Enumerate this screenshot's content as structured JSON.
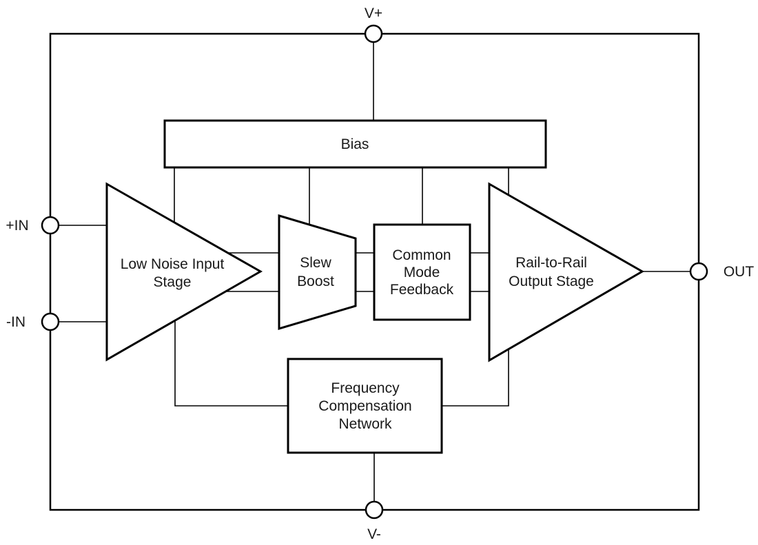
{
  "terminals": {
    "v_plus": {
      "label": "V+"
    },
    "v_minus": {
      "label": "V-"
    },
    "in_plus": {
      "label": "+IN"
    },
    "in_minus": {
      "label": "-IN"
    },
    "out": {
      "label": "OUT"
    }
  },
  "blocks": {
    "bias": {
      "lines": [
        "Bias"
      ]
    },
    "input_stage": {
      "lines": [
        "Low Noise Input",
        "Stage"
      ]
    },
    "slew_boost": {
      "lines": [
        "Slew",
        "Boost"
      ]
    },
    "common_mode_feedback": {
      "lines": [
        "Common",
        "Mode",
        "Feedback"
      ]
    },
    "output_stage": {
      "lines": [
        "Rail-to-Rail",
        "Output Stage"
      ]
    },
    "frequency_compensation": {
      "lines": [
        "Frequency",
        "Compensation",
        "Network"
      ]
    }
  },
  "colors": {
    "line": "#000000",
    "text": "#1a1a1a",
    "background": "#ffffff"
  }
}
